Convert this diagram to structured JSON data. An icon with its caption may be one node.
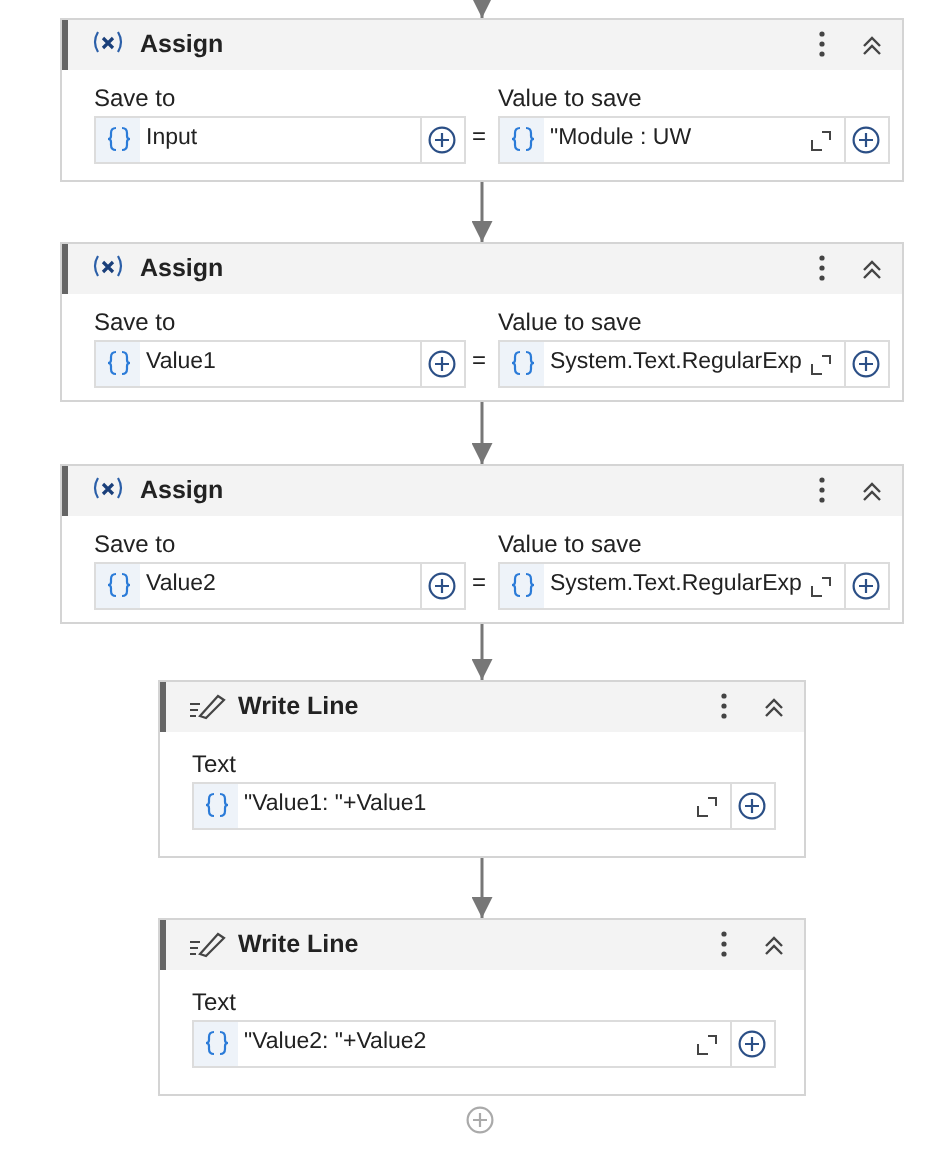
{
  "diagram": {
    "nodes": [
      {
        "text": [
          "Assign"
        ]
      },
      {
        "text": [
          "Save to",
          "Input"
        ],
        "in": 0
      },
      {
        "text": [
          "Value to save",
          "\"Module : UW"
        ],
        "in": 0
      },
      {
        "text": [
          "Assign"
        ]
      },
      {
        "text": [
          "Save to",
          "Value1"
        ],
        "in": 3
      },
      {
        "text": [
          "Value to save",
          "System.Text.RegularExp"
        ],
        "in": 3
      },
      {
        "text": [
          "Assign"
        ]
      },
      {
        "text": [
          "Save to",
          "Value2"
        ],
        "in": 6
      },
      {
        "text": [
          "Value to save",
          "System.Text.RegularExp"
        ],
        "in": 6
      },
      {
        "text": [
          "Write Line"
        ]
      },
      {
        "text": [
          "Text",
          "\"Value1: \"+Value1"
        ],
        "in": 9
      },
      {
        "text": [
          "Write Line"
        ]
      },
      {
        "text": [
          "Text",
          "\"Value2: \"+Value2"
        ],
        "in": 11
      }
    ],
    "edges": [
      {
        "from": null,
        "to": 0,
        "arrow": "to"
      },
      {
        "from": 0,
        "to": 3,
        "arrow": "to"
      },
      {
        "from": 3,
        "to": 6,
        "arrow": "to"
      },
      {
        "from": 6,
        "to": 9,
        "arrow": "to"
      },
      {
        "from": 9,
        "to": 11,
        "arrow": "to"
      }
    ],
    "labels": [
      "=",
      "=",
      "="
    ]
  }
}
